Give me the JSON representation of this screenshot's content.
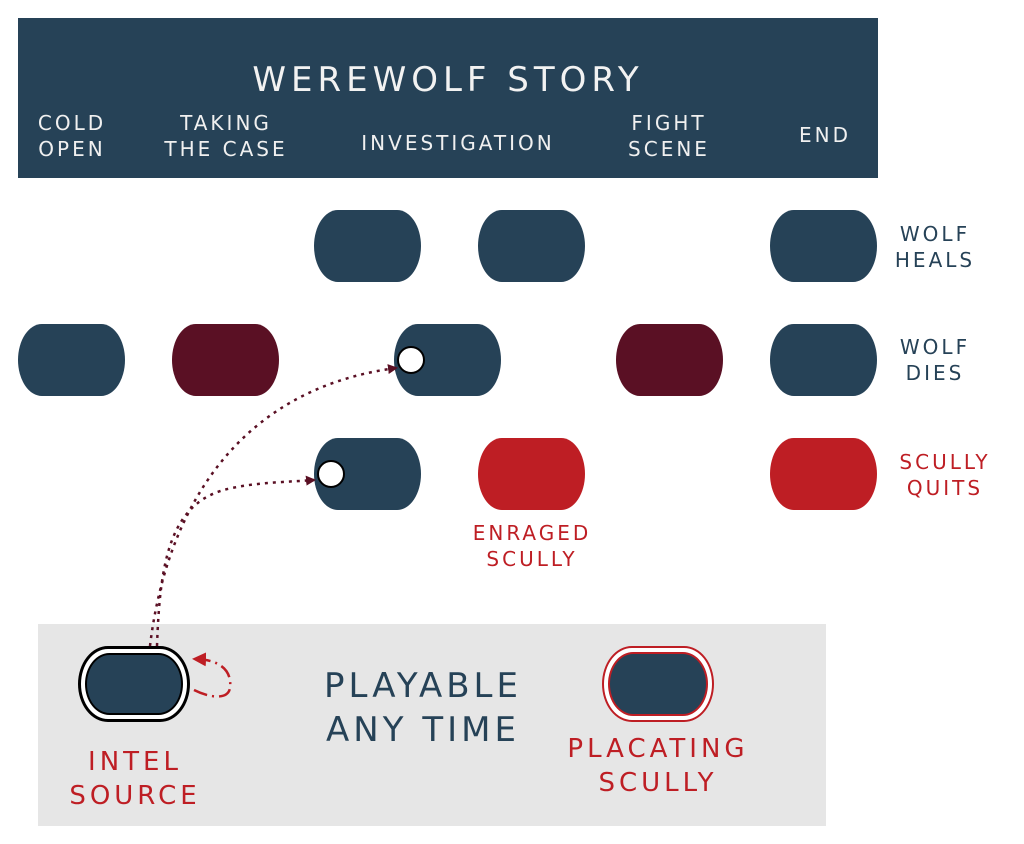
{
  "header": {
    "title": "WEREWOLF STORY",
    "columns": [
      {
        "label": "COLD\nOPEN"
      },
      {
        "label": "TAKING\nTHE CASE"
      },
      {
        "label": "INVESTIGATION"
      },
      {
        "label": "FIGHT\nSCENE"
      },
      {
        "label": "END"
      }
    ]
  },
  "rows": [
    {
      "label": "WOLF\nHEALS",
      "label_color": "#264257"
    },
    {
      "label": "WOLF\nDIES",
      "label_color": "#264257"
    },
    {
      "label": "SCULLY\nQUITS",
      "label_color": "#be1e24"
    }
  ],
  "cards": [
    {
      "row": "wolf-heals",
      "stage": "investigation-1",
      "color": "#264257"
    },
    {
      "row": "wolf-heals",
      "stage": "investigation-2",
      "color": "#264257"
    },
    {
      "row": "wolf-heals",
      "stage": "end",
      "color": "#264257"
    },
    {
      "row": "wolf-dies",
      "stage": "cold-open",
      "color": "#264257"
    },
    {
      "row": "wolf-dies",
      "stage": "taking-the-case",
      "color": "#5a1024"
    },
    {
      "row": "wolf-dies",
      "stage": "investigation",
      "color": "#264257",
      "has_slot": true
    },
    {
      "row": "wolf-dies",
      "stage": "fight-scene",
      "color": "#5a1024"
    },
    {
      "row": "wolf-dies",
      "stage": "end",
      "color": "#264257"
    },
    {
      "row": "scully-quits",
      "stage": "investigation-1",
      "color": "#264257",
      "has_slot": true
    },
    {
      "row": "scully-quits",
      "stage": "investigation-2",
      "color": "#be1e24"
    },
    {
      "row": "scully-quits",
      "stage": "end",
      "color": "#be1e24"
    }
  ],
  "enraged_label": "ENRAGED\nSCULLY",
  "panel": {
    "text": "PLAYABLE\nANY TIME",
    "intel_label": "INTEL\nSOURCE",
    "placating_label": "PLACATING\nSCULLY"
  },
  "colors": {
    "navy": "#264257",
    "maroon": "#5a1024",
    "red": "#be1e24",
    "panel_bg": "#e6e6e6"
  }
}
